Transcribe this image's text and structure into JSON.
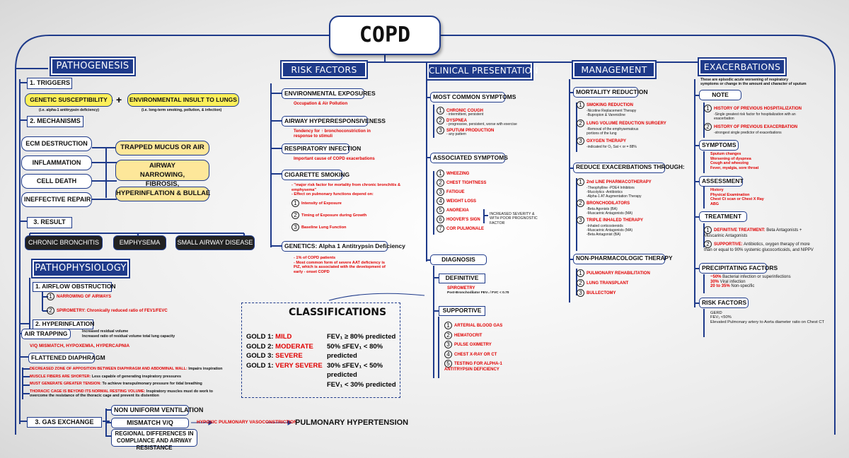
{
  "title": "COPD",
  "pathogenesis": {
    "header": "PATHOGENESIS",
    "triggers": "1. TRIGGERS",
    "genetic": "GENETIC SUSCEPTIBILITY",
    "plus": "+",
    "environmental": "ENVIRONMENTAL INSULT TO LUNGS",
    "genetic_note": "(i.e. alpha-1 antitrypsin deficiency)",
    "env_note": "(i.e. long-term smoking, pollution, & infection)",
    "mechanisms": "2. MECHANISMS",
    "mech_items": [
      "ECM DESTRUCTION",
      "INFLAMMATION",
      "CELL DEATH",
      "INEFFECTIVE REPAIR"
    ],
    "mech_results": [
      "TRAPPED MUCUS OR AIR",
      "AIRWAY NARROWING, FIBROSIS, COLLAPSE,",
      "HYPERINFLATION & BULLAE"
    ],
    "result": "3. RESULT",
    "results": [
      "CHRONIC BRONCHITIS",
      "EMPHYSEMA",
      "SMALL AIRWAY DISEASE"
    ]
  },
  "pathophysiology": {
    "header": "PATHOPHYSIOLOGY",
    "airflow": "1. AIRFLOW OBSTRUCTION",
    "airflow_items": [
      "NARROWING OF AIRWAYS",
      "SPIROMETRY: Chronically reduced ratio of FEV1/FEVC"
    ],
    "hyperinflation": "2. HYPERINFLATION",
    "air_trapping": "AIR TRAPPING",
    "at_notes": [
      "Increased residual volume",
      "Increased ratio of residual volume total lung capacity"
    ],
    "vq": "V/Q MISMATCH, HYPOXEMIA, HYPERCAPNIA",
    "flattened": "FLATTENED DIAPHRAGM",
    "diaphragm_notes": [
      {
        "red": "DECREASED ZONE OF APPOSITION BETWEEN DIAPHRAGM AND ABDOMINAL WALL:",
        "black": " Impairs inspiration"
      },
      {
        "red": "MUSCLE FIBERS ARE SHORTER:",
        "black": " Less capable of generating inspiratory pressures"
      },
      {
        "red": "MUST GENERATE GREATER TENSION:",
        "black": " To achieve transpulmonary pressure for tidal breathing"
      },
      {
        "red": "THORACIC CAGE IS BEYOND ITS NORMAL RESTING VOLUME:",
        "black": " Inspiratory muscles must do work to"
      }
    ],
    "diaphragm_cont": "overcome the resistance of the thoracic cage and prevent its distention",
    "gas": "3. GAS EXCHANGE",
    "gas_items": [
      "NON UNIFORM VENTILATION",
      "MISMATCH V/Q",
      "REGIONAL DIFFERENCES IN COMPLIANCE AND AIRWAY RESISTANCE"
    ],
    "hpv": "HYPOXIC PULMONARY VASOCONSTRICTION",
    "ph": "PULMONARY HYPERTENSION"
  },
  "risk": {
    "header": "RISK FACTORS",
    "items": [
      {
        "label": "ENVIRONMENTAL EXPOSURES",
        "note": "Occupation & Air Pollution"
      },
      {
        "label": "AIRWAY HYPERRESPONSIVENESS",
        "note": "Tendency for ↑ bronchoconstriction in response to stimuli"
      },
      {
        "label": "RESPIRATORY INFECTION",
        "note": "Important cause of COPD exacerbations"
      },
      {
        "label": "CIGARETTE SMOKING",
        "note": ""
      }
    ],
    "smoking_notes": [
      "- \"major risk factor for mortality from chronic bronchitis & emphysema\"",
      "- Effect on pulmonary functions depend on:"
    ],
    "smoking_list": [
      "Intensity of Exposure",
      "Timing of Exposure during Growth",
      "Baseline Lung Function"
    ],
    "genetics": "GENETICS: Alpha 1 Antitrypsin Deficiency",
    "genetics_notes": [
      "- 1% of COPD patients",
      "- Most common form of severe AAT deficiency is PiZ, which is associated with the development of early - onset COPD"
    ]
  },
  "classifications": {
    "header": "CLASSIFICATIONS",
    "rows": [
      {
        "gold": "GOLD 1: ",
        "sev": "MILD",
        "crit": "FEV₁ ≥ 80% predicted"
      },
      {
        "gold": "GOLD 2: ",
        "sev": "MODERATE",
        "crit": "50% ≤FEV₁ < 80% predicted"
      },
      {
        "gold": "GOLD 3: ",
        "sev": "SEVERE",
        "crit": "30% ≤FEV₁ < 50% predicted"
      },
      {
        "gold": "GOLD 1: ",
        "sev": "VERY SEVERE",
        "crit": "FEV₁ < 30% predicted"
      }
    ]
  },
  "clinical": {
    "header": "CLINICAL PRESENTATION",
    "common": "MOST COMMON SYMPTOMS",
    "common_list": [
      {
        "label": "CHRONIC COUGH",
        "sub": "- intermittent, persistent"
      },
      {
        "label": "DYSPNEA",
        "sub": "- progressive, persistent, worse with exercise"
      },
      {
        "label": "SPUTUM PRODUCTION",
        "sub": "- any pattern"
      }
    ],
    "assoc": "ASSOCIATED SYMPTOMS",
    "assoc_list": [
      "WHEEZING",
      "CHEST TIGHTNESS",
      "FATIGUE",
      "WEIGHT LOSS",
      "ANOREXIA",
      "HOOVER'S SIGN",
      "COR PULMONALE"
    ],
    "assoc_note": "INCREASED SEVERITY & WITH POOR PROGNOSTIC FACTOR",
    "diagnosis": "DIAGNOSIS",
    "definitive": "DEFINITIVE",
    "spirometry": "SPIROMETRY",
    "spiro_note": "Post-Bronchodilator FEV₁ / FVC < 0.70",
    "supportive": "SUPPORTIVE",
    "supportive_list": [
      "ARTERIAL BLOOD GAS",
      "HEMATOCRIT",
      "PULSE OXIMETRY",
      "CHEST X-RAY OR CT",
      "TESTING FOR ALPHA-1 ANTITRYPSIN DEFICIENCY"
    ]
  },
  "management": {
    "header": "MANAGEMENT",
    "mortality": "MORTALITY REDUCTION",
    "mortality_list": [
      {
        "label": "SMOKING REDUCTION",
        "subs": [
          "-Nicotine Replacement Therapy",
          "-Bupropion & Varenicline"
        ]
      },
      {
        "label": "LUNG VOLUME REDUCTION SURGERY",
        "subs": [
          "-Removal of the emphysematous",
          "portions of the lung"
        ]
      },
      {
        "label": "OXYGEN THERAPY",
        "subs": [
          "-indicated for O₂ Sat < or = 88%"
        ]
      }
    ],
    "reduce": "REDUCE EXACERBATIONS THROUGH:",
    "reduce_list": [
      {
        "label": "2nd LINE PHARMACOTHERAPY",
        "subs": [
          "-Theophylline   -PDE4 Inhibitors",
          "-Mucolytics      -Antibiotics",
          "-Alpha-1 AT Augmentation Therapy"
        ]
      },
      {
        "label": "BRONCHODILATORS",
        "subs": [
          "-Beta Agonists (BA)",
          "-Muscarinic Antagonists (MA)"
        ]
      },
      {
        "label": "TRIPLE INHALED THERAPY",
        "subs": [
          "-Inhaled corticosteroids",
          "-Muscarinic Antagonists (MA)",
          "-Beta Antagonist (BA)"
        ]
      }
    ],
    "nonpharm": "NON-PHARMACOLOGIC THERAPY",
    "nonpharm_list": [
      "PULMONARY REHABILITATION",
      "LUNG TRANSPLANT",
      "BULLECTOMY"
    ]
  },
  "exacerbations": {
    "header": "EXACERBATIONS",
    "intro": "These are episodic acute worsening of respiratory symptoms or change in the amount and character of sputum",
    "note": "NOTE",
    "note_list": [
      {
        "label": "HISTORY OF PREVIOUS HOSPITALIZATION",
        "sub": "-Single greatest risk factor for hospitalization with an exacerbation"
      },
      {
        "label": "HISTORY OF PREVIOUS EXACERBATION",
        "sub": "-strongest single predictor of exacerbations"
      }
    ],
    "symptoms": "SYMPTOMS",
    "symptom_list": [
      "Sputum changes",
      "Worsening of dyspnea",
      "Cough and wheezing",
      "Fever, myalgia, sore throat"
    ],
    "assessment": "ASSESSMENT",
    "assessment_list": [
      "History",
      "Physical Examination",
      "Chest Ct scan or Chest X Ray",
      "ABG"
    ],
    "treatment": "TREATMENT",
    "treatment_list": [
      {
        "red": "DEFINITIVE TREATMENT:",
        "black": " Beta Antagonists + Muscarinic Antagonists"
      },
      {
        "red": "SUPPORTIVE:",
        "black": " Antibiotics, oxygen therapy of more than or equal to 90% systemic glucocorticoids, and NIPPV"
      }
    ],
    "precip": "PRECIPITATING FACTORS",
    "precip_list": [
      {
        "red": "~50%",
        "black": " Bacterial infection or superinfections"
      },
      {
        "red": "30%",
        "black": " Viral infection"
      },
      {
        "red": "20 to 35%",
        "black": " Non-specific"
      }
    ],
    "risk": "RISK FACTORS",
    "risk_list": [
      "GERD",
      "FEV₁ <50%",
      "Elevated Pulmonary artery to Aorta diameter ratio on Chest CT"
    ]
  },
  "colors": {
    "navy": "#1e3a8a",
    "red": "#e00000",
    "yellow": "#fcef5a",
    "lightyellow": "#fde79a"
  }
}
